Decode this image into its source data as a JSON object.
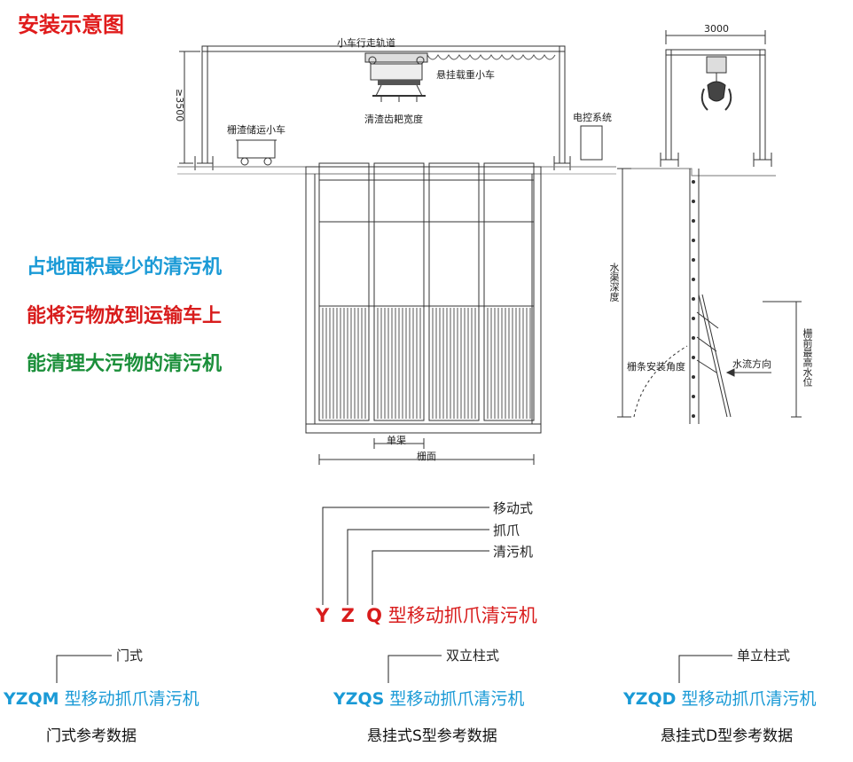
{
  "title": "安装示意图",
  "slogans": [
    "占地面积最少的清污机",
    "能将污物放到运输车上",
    "能清理大污物的清污机"
  ],
  "diagram_labels": {
    "track": "小车行走轨道",
    "trolley": "悬挂载重小车",
    "rake_width": "清渣齿耙宽度",
    "storage_cart": "栅渣储运小车",
    "control": "电控系统",
    "height": "≥3500",
    "single_channel": "单渠",
    "grid_face": "栅面",
    "span": "3000",
    "water_depth": "水渠深度",
    "angle": "栅条安装角度",
    "flow": "水流方向",
    "max_level": "栅前最高水位"
  },
  "model_code": {
    "letters": [
      "Y",
      "Z",
      "Q"
    ],
    "name": "型移动抓爪清污机",
    "meanings": [
      "移动式",
      "抓爪",
      "清污机"
    ]
  },
  "variants": [
    {
      "code": "YZQM",
      "name": "型移动抓爪清污机",
      "note": "门式",
      "caption": "门式参考数据"
    },
    {
      "code": "YZQS",
      "name": "型移动抓爪清污机",
      "note": "双立柱式",
      "caption": "悬挂式S型参考数据"
    },
    {
      "code": "YZQD",
      "name": "型移动抓爪清污机",
      "note": "单立柱式",
      "caption": "悬挂式D型参考数据"
    }
  ]
}
